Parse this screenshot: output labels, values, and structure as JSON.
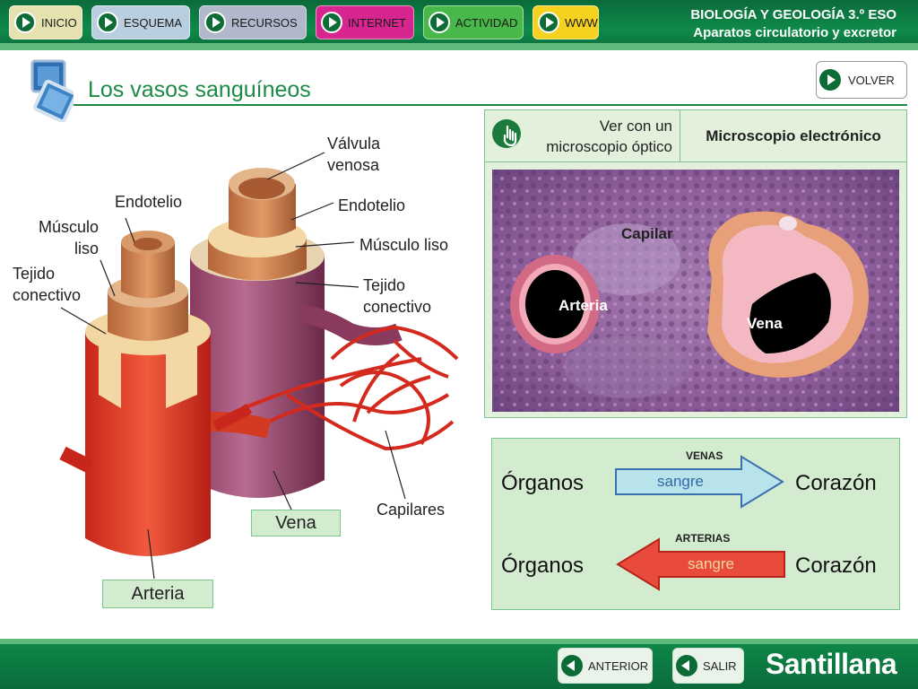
{
  "nav": {
    "items": [
      {
        "label": "INICIO",
        "color": "#e6e2b0"
      },
      {
        "label": "ESQUEMA",
        "color": "#b9cfe0"
      },
      {
        "label": "RECURSOS",
        "color": "#b2b8cc"
      },
      {
        "label": "INTERNET",
        "color": "#d6258e"
      },
      {
        "label": "ACTIVIDAD",
        "color": "#48b84a"
      },
      {
        "label": "WWW",
        "color": "#f4d21f"
      }
    ]
  },
  "header": {
    "subject": "BIOLOGÍA Y GEOLOGÍA 3.º ESO",
    "unit": "Aparatos circulatorio y excretor"
  },
  "page": {
    "title": "Los vasos sanguíneos",
    "volver": "VOLVER"
  },
  "illustration": {
    "labels": {
      "valvula_venosa": [
        "Válvula",
        "venosa"
      ],
      "endotelio_vena": "Endotelio",
      "musculo_liso_vena": "Músculo liso",
      "tejido_conectivo_vena": [
        "Tejido",
        "conectivo"
      ],
      "endotelio_arteria": "Endotelio",
      "musculo_liso_arteria": [
        "Músculo",
        "liso"
      ],
      "tejido_conectivo_arteria": [
        "Tejido",
        "conectivo"
      ],
      "capilares": "Capilares",
      "vena": "Vena",
      "arteria": "Arteria"
    }
  },
  "microscope": {
    "optical": [
      "Ver con un",
      "microscopio óptico"
    ],
    "electronic": "Microscopio electrónico",
    "labels": {
      "capilar": "Capilar",
      "arteria": "Arteria",
      "vena": "Vena"
    }
  },
  "flow": {
    "venas": {
      "title": "VENAS",
      "from": "Órganos",
      "to": "Corazón",
      "arrow": "sangre",
      "color": "#b9e3ea"
    },
    "arterias": {
      "title": "ARTERIAS",
      "from": "Órganos",
      "to": "Corazón",
      "arrow": "sangre",
      "color": "#e84b3c"
    }
  },
  "footer": {
    "anterior": "ANTERIOR",
    "salir": "SALIR",
    "brand": "Santillana"
  }
}
